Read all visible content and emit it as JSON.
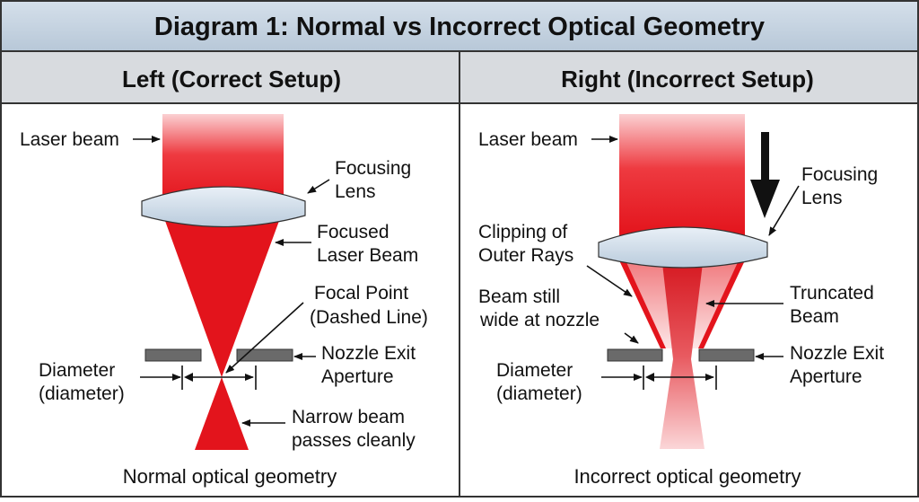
{
  "title": "Diagram 1: Normal vs Incorrect Optical Geometry",
  "colors": {
    "laser": "#e3141c",
    "lens": "#c9d8e6",
    "nozzle": "#6a6a6a",
    "header": "#c5d3e1",
    "subheader": "#d8dbdf"
  },
  "left": {
    "heading": "Left (Correct Setup)",
    "laser_beam": "Laser beam",
    "focusing_lens": [
      "Focusing",
      "Lens"
    ],
    "focused_beam": [
      "Focused",
      "Laser Beam"
    ],
    "focal_point": [
      "Focal Point",
      "(Dashed Line)"
    ],
    "nozzle": [
      "Nozzle Exit",
      "Aperture"
    ],
    "diameter": [
      "Diameter",
      "(diameter)"
    ],
    "narrow": [
      "Narrow beam",
      "passes cleanly"
    ],
    "caption": "Normal optical geometry"
  },
  "right": {
    "heading": "Right (Incorrect Setup)",
    "laser_beam": "Laser beam",
    "focusing_lens": [
      "Focusing",
      "Lens"
    ],
    "clipping": [
      "Clipping of",
      "Outer Rays"
    ],
    "wide": [
      "Beam still",
      "wide at nozzle"
    ],
    "truncated": [
      "Truncated",
      "Beam"
    ],
    "nozzle": [
      "Nozzle Exit",
      "Aperture"
    ],
    "diameter": [
      "Diameter",
      "(diameter)"
    ],
    "caption": "Incorrect optical geometry"
  }
}
